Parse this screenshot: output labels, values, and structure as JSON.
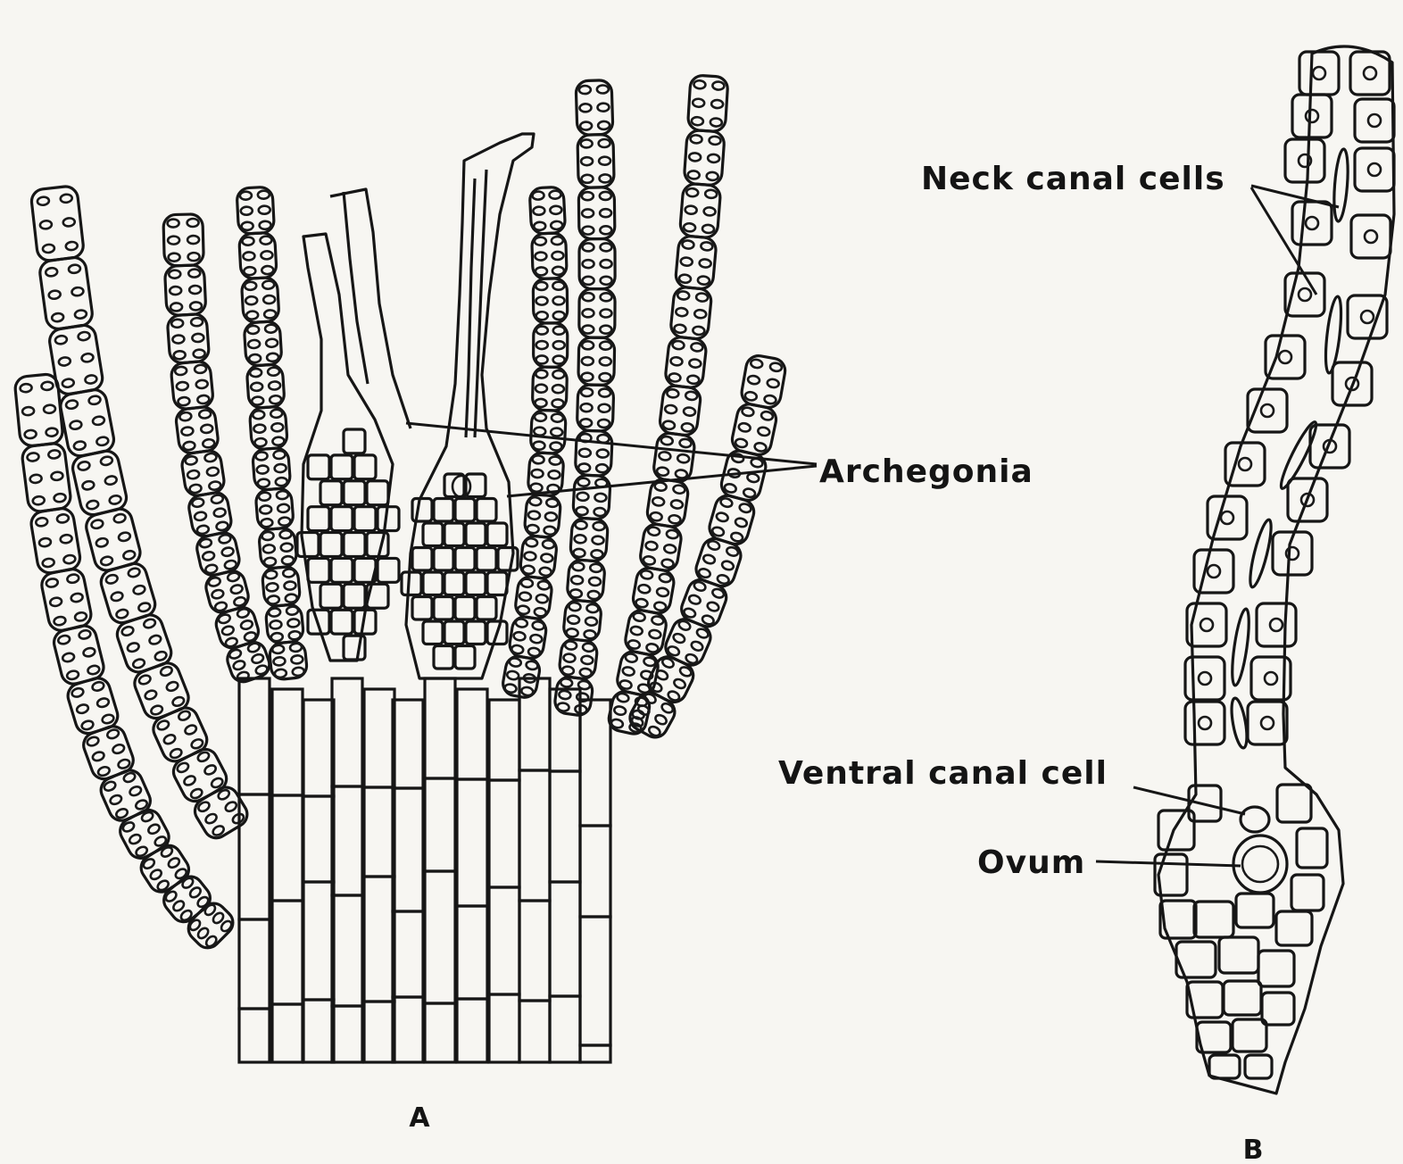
{
  "figure": {
    "panel_a_label": "A",
    "panel_b_label": "B",
    "labels": {
      "archegonia": "Archegonia",
      "neck_canal_cells": "Neck canal cells",
      "ventral_canal_cell": "Ventral canal cell",
      "ovum": "Ovum"
    }
  },
  "colors": {
    "background": "#f7f6f2",
    "ink": "#161616"
  }
}
